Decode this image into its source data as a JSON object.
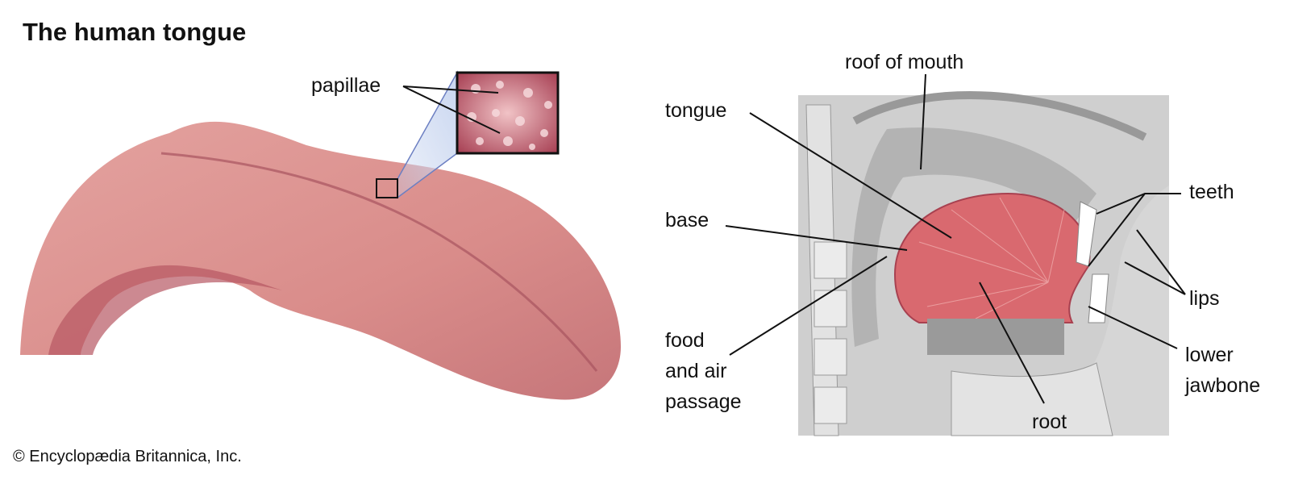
{
  "title": "The human tongue",
  "credit": "© Encyclopædia Britannica, Inc.",
  "left_labels": {
    "papillae": "papillae"
  },
  "right_labels": {
    "roof_of_mouth": "roof of mouth",
    "tongue": "tongue",
    "base": "base",
    "food_passage": [
      "food",
      "and air",
      "passage"
    ],
    "root": "root",
    "teeth": "teeth",
    "lips": "lips",
    "lower_jawbone": [
      "lower",
      "jawbone"
    ]
  },
  "colors": {
    "tongue": "#d88a8a",
    "tongue_dark": "#b85a62",
    "muscle": "#d9696f",
    "bone": "#d9d9d9",
    "tissue": "#bdbdbd"
  }
}
